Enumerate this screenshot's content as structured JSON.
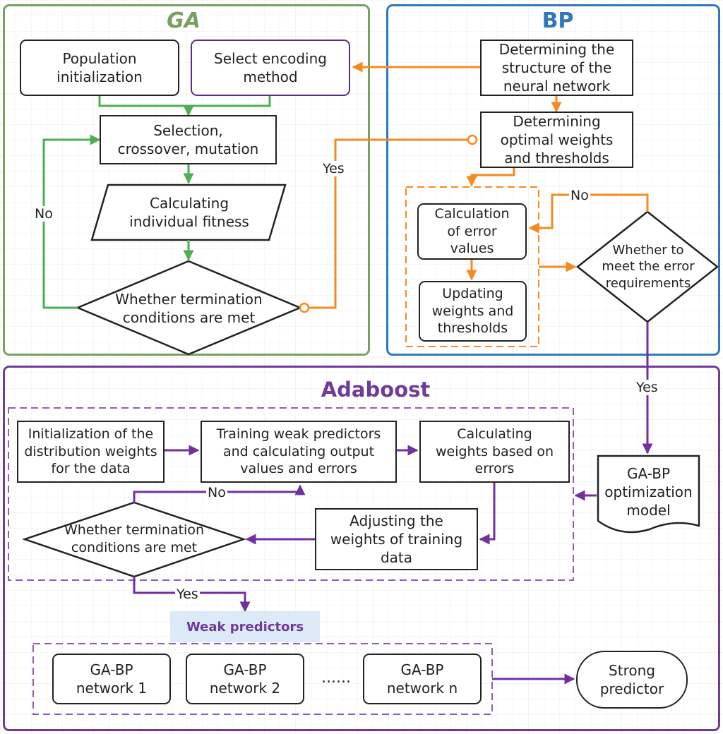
{
  "panels": {
    "ga": "GA",
    "bp": "BP",
    "adaboost": "Adaboost"
  },
  "ga": {
    "population_init": "Population\ninitialization",
    "select_encoding": "Select encoding\nmethod",
    "selection": "Selection,\ncrossover, mutation",
    "fitness": "Calculating\nindividual fitness",
    "termination": "Whether termination\nconditions are met",
    "no_label": "No",
    "yes_label": "Yes"
  },
  "bp": {
    "structure": "Determining the\nstructure of the\nneural network",
    "optimal": "Determining\noptimal weights\nand thresholds",
    "error_values": "Calculation\nof error\nvalues",
    "updating": "Updating\nweights and\nthresholds",
    "error_req": "Whether to\nmeet the error\nrequirements",
    "no_label": "No",
    "yes_label": "Yes"
  },
  "gabp_model": "GA-BP\noptimization\nmodel",
  "adaboost": {
    "init_weights": "Initialization of the\ndistribution weights\nfor the data",
    "training": "Training weak predictors\nand calculating output\nvalues and errors",
    "calc_weights": "Calculating\nweights based on\nerrors",
    "adjusting": "Adjusting the\nweights of training\ndata",
    "termination": "Whether termination\nconditions are met",
    "no_label": "No",
    "yes_label": "Yes",
    "weak_predictors": "Weak predictors",
    "network1": "GA-BP\nnetwork 1",
    "network2": "GA-BP\nnetwork 2",
    "dots": "......",
    "networkn": "GA-BP\nnetwork n",
    "strong": "Strong\npredictor"
  },
  "colors": {
    "ga": "#7aa05f",
    "bp": "#2f78bd",
    "adaboost": "#6f3a98",
    "green_arrow": "#4caf50",
    "orange_arrow": "#f58a1f",
    "purple_arrow": "#7030a0",
    "weak_highlight": "#dce9f6"
  }
}
